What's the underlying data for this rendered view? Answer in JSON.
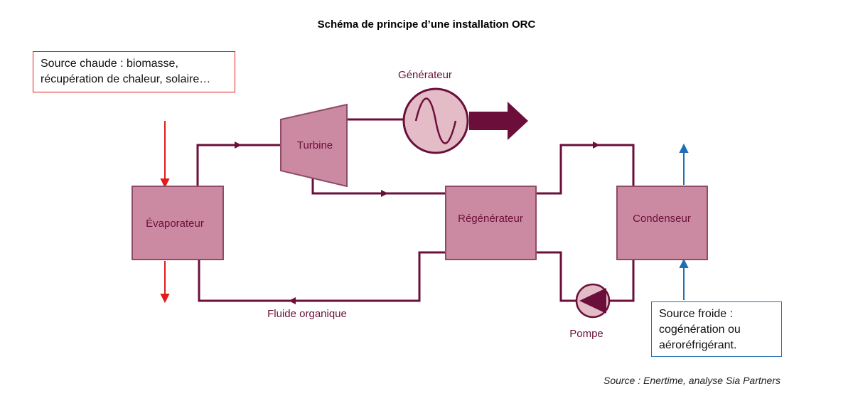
{
  "title": "Schéma de principe d’une installation ORC",
  "hot_source": {
    "lines": [
      "Source chaude : biomasse,",
      "récupération de chaleur, solaire…"
    ],
    "color": "#e21b1b"
  },
  "cold_source": {
    "lines": [
      "Source froide :",
      "cogénération ou",
      "aéroréfrigérant."
    ],
    "color": "#1f6fb4"
  },
  "components": {
    "evaporator": "Évaporateur",
    "turbine": "Turbine",
    "generator": "Générateur",
    "regenerator": "Régénérateur",
    "condenser": "Condenseur",
    "pump": "Pompe"
  },
  "fluid_label": "Fluide organique",
  "source_credit": "Source : Enertime, analyse Sia Partners",
  "colors": {
    "component_fill": "#cc8aa2",
    "component_stroke": "#8e4a66",
    "pipe": "#6b0f3a",
    "generator_fill": "#e3bcc8"
  }
}
